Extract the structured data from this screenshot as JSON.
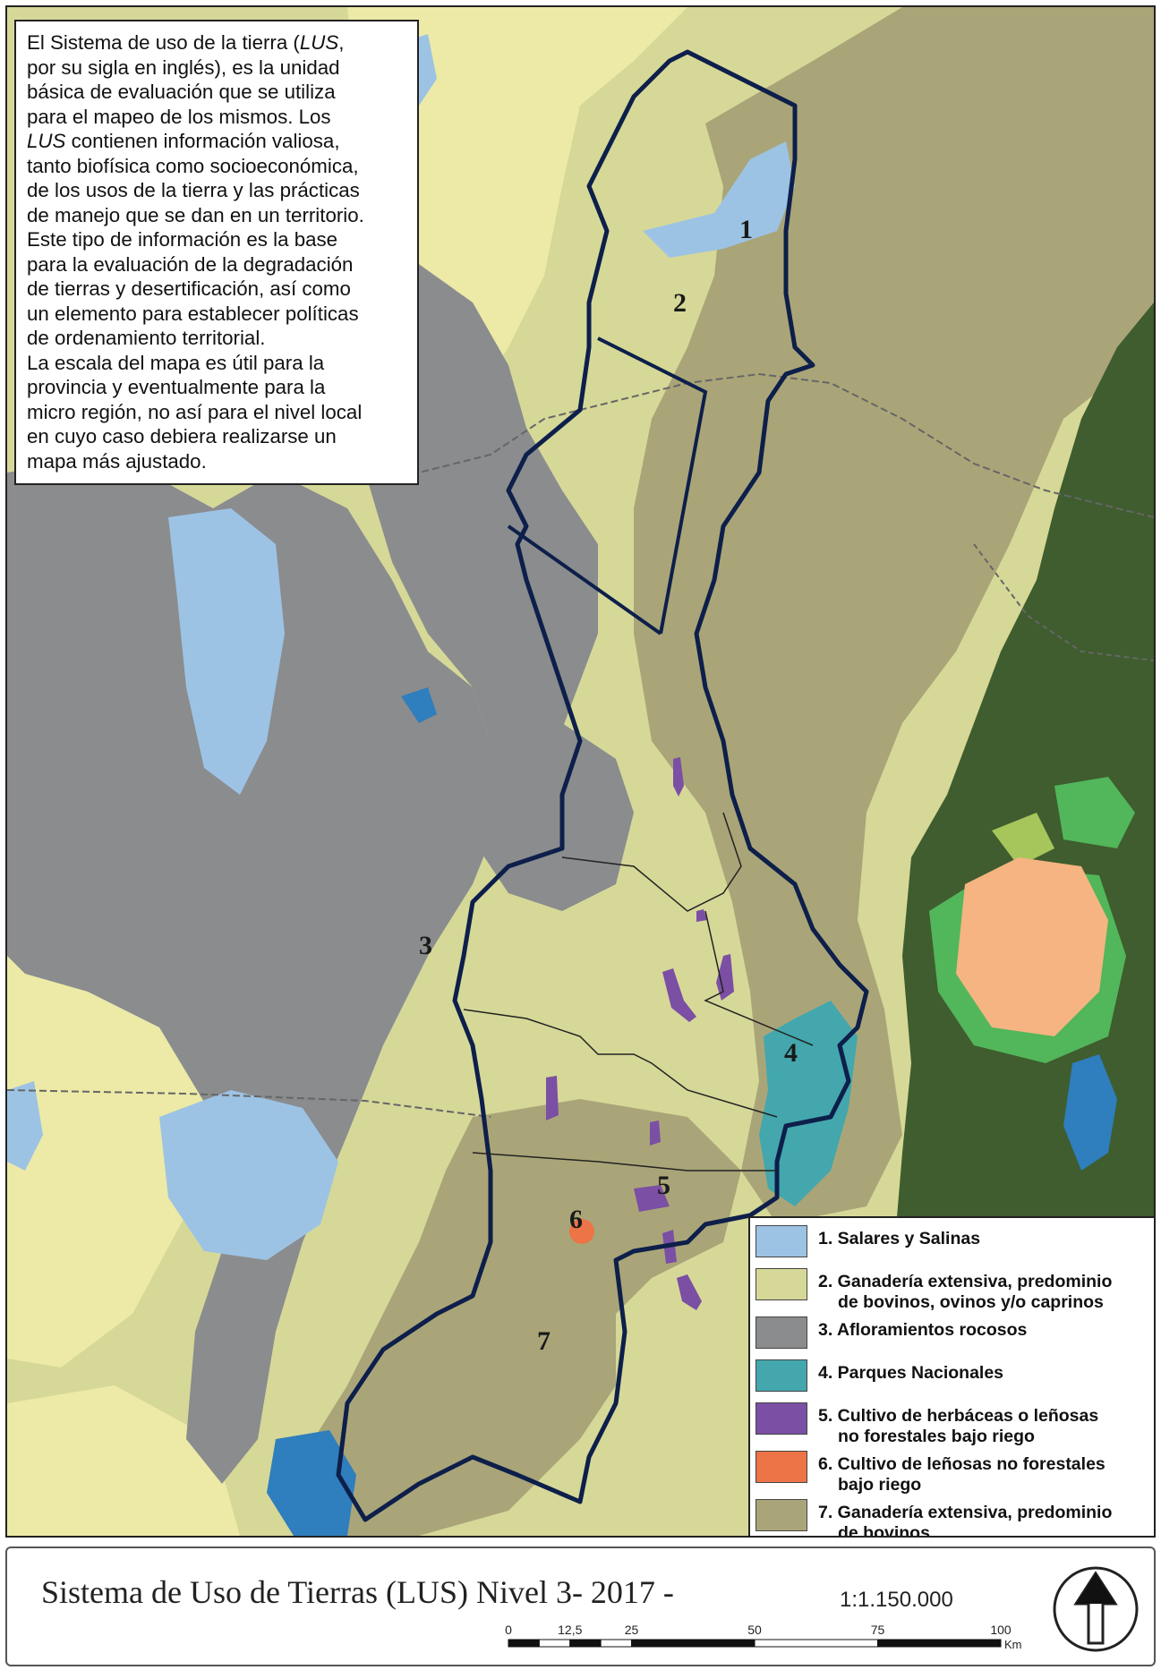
{
  "info_text": [
    {
      "parts": [
        "El Sistema de uso de la tierra (",
        {
          "i": "LUS"
        },
        ","
      ]
    },
    {
      "parts": [
        "por su sigla en inglés), es la unidad"
      ]
    },
    {
      "parts": [
        "básica de evaluación que se utiliza"
      ]
    },
    {
      "parts": [
        "para el mapeo de los mismos. Los"
      ]
    },
    {
      "parts": [
        {
          "i": "LUS"
        },
        " contienen información valiosa,"
      ]
    },
    {
      "parts": [
        "tanto biofísica como socioeconómica,"
      ]
    },
    {
      "parts": [
        "de los usos de la tierra y las prácticas"
      ]
    },
    {
      "parts": [
        "de manejo que se dan en un territorio."
      ]
    },
    {
      "parts": [
        "Este tipo de información es la base"
      ]
    },
    {
      "parts": [
        "para la evaluación de la degradación"
      ]
    },
    {
      "parts": [
        "de tierras y desertificación, así como"
      ]
    },
    {
      "parts": [
        "un elemento para establecer políticas"
      ]
    },
    {
      "parts": [
        "de ordenamiento territorial."
      ]
    },
    {
      "parts": [
        "La escala del mapa es útil para la"
      ]
    },
    {
      "parts": [
        "provincia y eventualmente para la"
      ]
    },
    {
      "parts": [
        "micro región, no así para el nivel local"
      ]
    },
    {
      "parts": [
        "en cuyo caso debiera realizarse un"
      ]
    },
    {
      "parts": [
        "mapa más ajustado."
      ]
    }
  ],
  "legend": [
    {
      "lines": [
        "1. Salares y Salinas"
      ],
      "color": "#9dc3e4",
      "icon": "swatch-salares"
    },
    {
      "lines": [
        "2. Ganadería extensiva, predominio",
        "    de bovinos, ovinos y/o caprinos"
      ],
      "color": "#d6d898",
      "icon": "swatch-ganaderia-mixta"
    },
    {
      "lines": [
        "3. Afloramientos rocosos"
      ],
      "color": "#8a8c8e",
      "icon": "swatch-afloramientos"
    },
    {
      "lines": [
        "4. Parques Nacionales"
      ],
      "color": "#43a7ad",
      "icon": "swatch-parques"
    },
    {
      "lines": [
        "5. Cultivo de herbáceas o leñosas",
        "    no forestales bajo riego"
      ],
      "color": "#7b4fa3",
      "icon": "swatch-herbaceas"
    },
    {
      "lines": [
        "6. Cultivo de leñosas no forestales",
        "    bajo riego"
      ],
      "color": "#ec7447",
      "icon": "swatch-lenosas"
    },
    {
      "lines": [
        "7. Ganadería extensiva, predominio",
        "    de bovinos"
      ],
      "color": "#aaa578",
      "icon": "swatch-ganaderia-bovinos"
    }
  ],
  "map_labels": [
    "1",
    "2",
    "3",
    "4",
    "5",
    "6",
    "7"
  ],
  "colors": {
    "salares": "#9dc3e4",
    "ganaderia_mixta": "#d6d898",
    "rocas": "#8a8c8e",
    "parques": "#43a7ad",
    "herbaceas": "#7b4fa3",
    "lenosas": "#ec7447",
    "ganaderia_bovinos": "#aaa578",
    "bosque": "#3f5d2e",
    "verde_claro": "#52b65a",
    "pastizal": "#a6c65c",
    "agua": "#2f7ebd",
    "naranja_claro": "#f5b481",
    "limite": "#0d1f4a"
  },
  "footer": {
    "title": "Sistema de Uso de Tierras (LUS) Nivel 3- 2017 -",
    "scale": "1:1.150.000",
    "scalebar_ticks": [
      "0",
      "12,5",
      "25",
      "50",
      "75",
      "100"
    ],
    "scalebar_unit": "Km"
  }
}
